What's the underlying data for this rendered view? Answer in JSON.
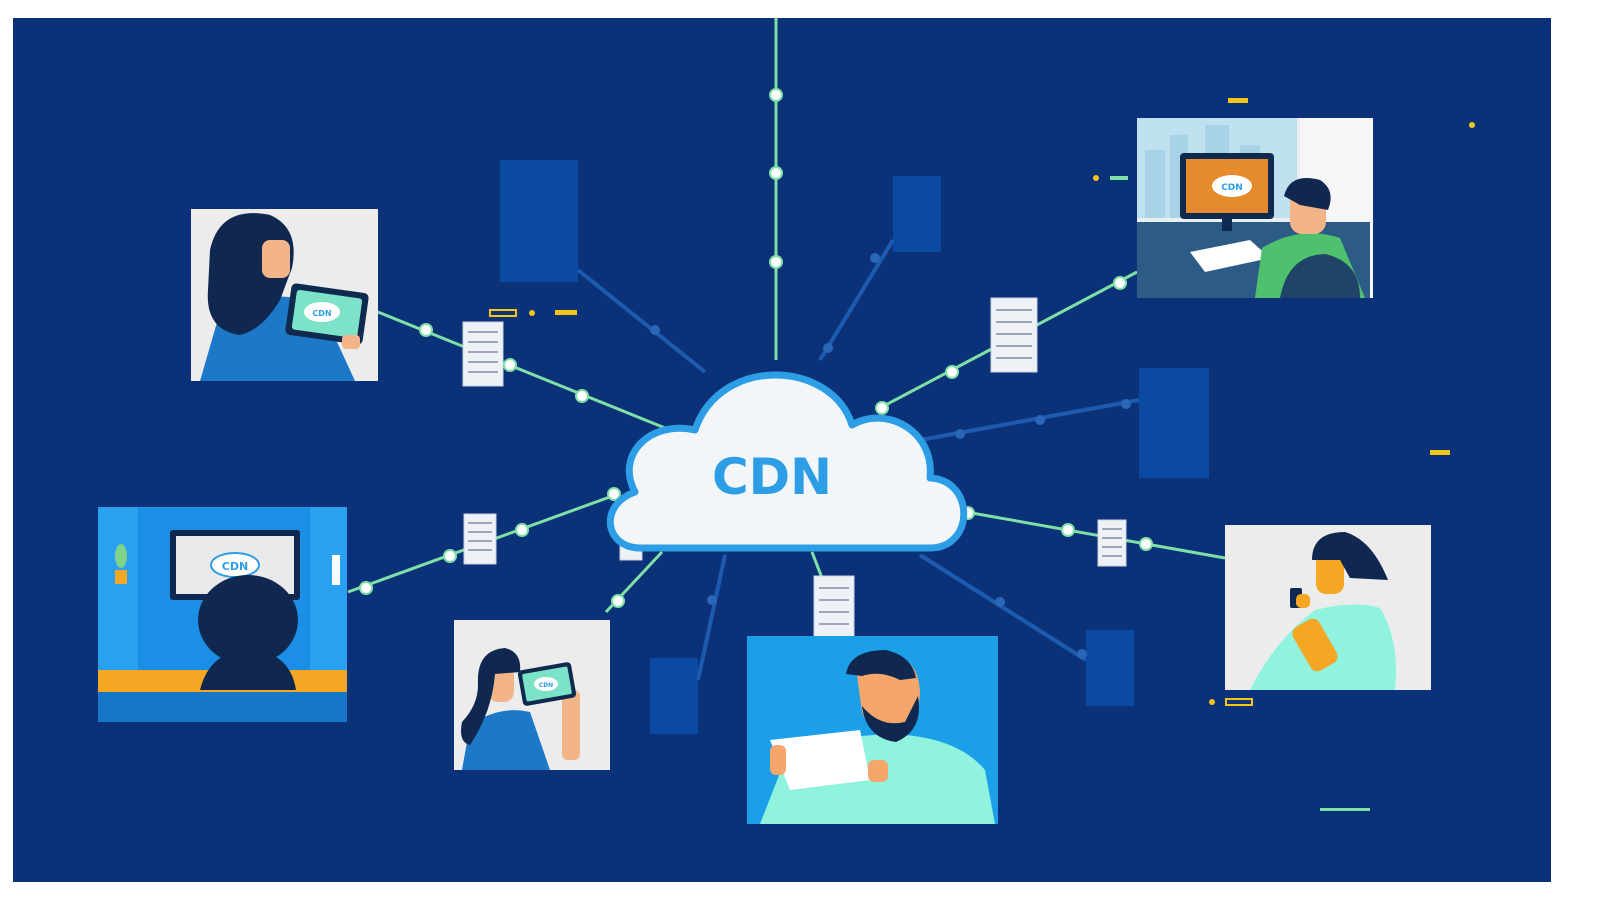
{
  "cloud": {
    "label": "CDN"
  },
  "screens": {
    "tablet_woman": "CDN",
    "desktop_man": "CDN",
    "tv_woman": "CDN",
    "phone_girl": "CDN"
  },
  "colors": {
    "background": "#0b3278",
    "panel": "#0a4aa0",
    "link": "#7fe0a8",
    "node": "#ffffff",
    "cloud_fill": "#f3f6f9",
    "cloud_stroke": "#2d9ee6",
    "cdn_text": "#2d9ee6",
    "accent": "#f5c518"
  }
}
